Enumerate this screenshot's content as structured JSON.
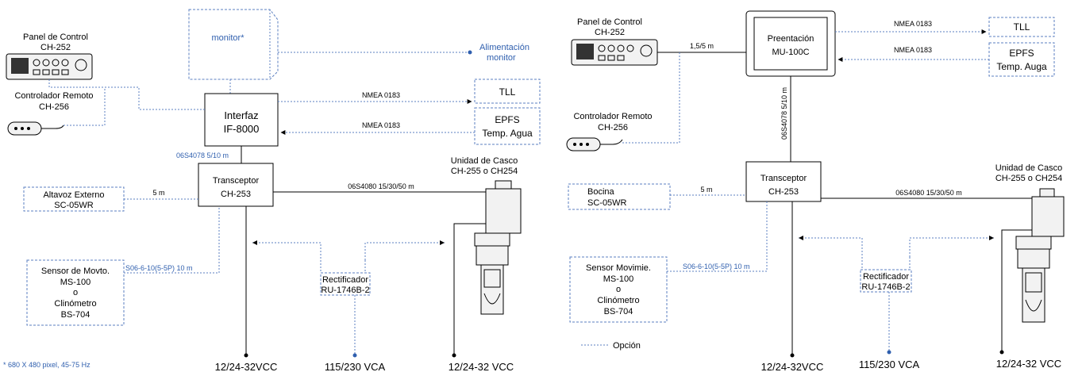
{
  "left": {
    "panel_label": [
      "Panel de Control",
      "CH-252"
    ],
    "remote_label": [
      "Controlador Remoto",
      "CH-256"
    ],
    "monitor_label": "monitor*",
    "monitor_power": [
      "Alimentación",
      "monitor"
    ],
    "interface_label": [
      "Interfaz",
      "IF-8000"
    ],
    "tll": "TLL",
    "epfs": [
      "EPFS",
      "Temp. Agua"
    ],
    "nmea1": "NMEA 0183",
    "nmea2": "NMEA 0183",
    "cable_iface": "06S4078  5/10 m",
    "transceiver": [
      "Transceptor",
      "CH-253"
    ],
    "speaker": [
      "Altavoz Externo",
      "SC-05WR"
    ],
    "speaker_cable": "5 m",
    "hull_label": [
      "Unidad de Casco",
      "CH-255 o CH254"
    ],
    "hull_cable": "06S4080    15/30/50 m",
    "sensor": [
      "Sensor de Movto.",
      "MS-100",
      "o",
      "Clinómetro",
      "BS-704"
    ],
    "sensor_cable": "S06-6-10(5-5P)  10 m",
    "rectifier": [
      "Rectificador",
      "RU-1746B-2"
    ],
    "power1": "12/24-32VCC",
    "power2": "115/230 VCA",
    "power3": "12/24-32 VCC",
    "footnote": "* 680 X 480 pixel, 45-75 Hz"
  },
  "right": {
    "panel_label": [
      "Panel de Control",
      "CH-252"
    ],
    "panel_cable": "1,5/5 m",
    "display": [
      "Preentación",
      "MU-100C"
    ],
    "tll": "TLL",
    "epfs": [
      "EPFS",
      "Temp. Auga"
    ],
    "nmea1": "NMEA 0183",
    "nmea2": "NMEA 0183",
    "remote_label": [
      "Controlador Remoto",
      "CH-256"
    ],
    "display_cable": "06S4078  5/10 m",
    "transceiver": [
      "Transceptor",
      "CH-253"
    ],
    "speaker": [
      "Bocina",
      "SC-05WR"
    ],
    "speaker_cable": "5 m",
    "hull_label": [
      "Unidad de Casco",
      "CH-255 o CH254"
    ],
    "hull_cable": "06S4080    15/30/50 m",
    "sensor": [
      "Sensor Movimie.",
      "MS-100",
      "o",
      "Clinómetro",
      "BS-704"
    ],
    "sensor_cable": "S06-6-10(5-5P)   10 m",
    "rectifier": [
      "Rectificador",
      "RU-1746B-2"
    ],
    "power1": "12/24-32VCC",
    "power2": "115/230 VCA",
    "power3": "12/24-32 VCC",
    "legend": "Opción"
  },
  "colors": {
    "option_line": "#5b7fc0",
    "blue_text": "#2f5fae"
  }
}
